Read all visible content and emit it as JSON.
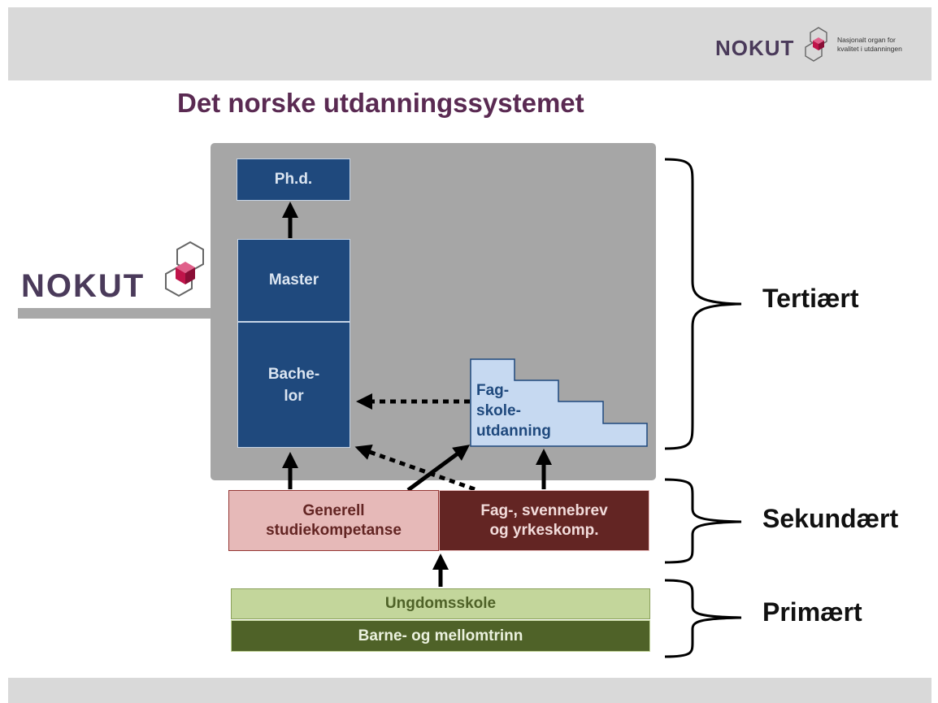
{
  "header": {
    "logo_text": "NOKUT",
    "tagline_line1": "Nasjonalt organ for",
    "tagline_line2": "kvalitet i utdanningen"
  },
  "title": "Det norske utdanningssystemet",
  "side_logo": {
    "logo_text": "NOKUT"
  },
  "diagram": {
    "phd": "Ph.d.",
    "master": "Master",
    "bachelor_line1": "Bache-",
    "bachelor_line2": "lor",
    "fagskole_line1": "Fag-",
    "fagskole_line2": "skole-",
    "fagskole_line3": "utdanning",
    "generell_line1": "Generell",
    "generell_line2": "studiekompetanse",
    "fagbrev_line1": "Fag-, svennebrev",
    "fagbrev_line2": "og yrkeskomp.",
    "ungdomsskole": "Ungdomsskole",
    "barne": "Barne- og mellomtrinn"
  },
  "levels": {
    "tertiary": "Tertiært",
    "secondary": "Sekundært",
    "primary": "Primært"
  },
  "colors": {
    "title": "#5a2a52",
    "navy": "#1f497d",
    "light_blue": "#c6d9f1",
    "maroon": "#632523",
    "pink": "#e6b9b8",
    "light_green": "#c3d69b",
    "dark_green": "#4f6228",
    "panel_gray": "#a6a6a6",
    "logo_magenta": "#c0144a"
  },
  "icons": [
    "nokut-cube-icon",
    "arrow-up-icon",
    "dotted-arrow-left-icon",
    "curly-brace-icon"
  ]
}
